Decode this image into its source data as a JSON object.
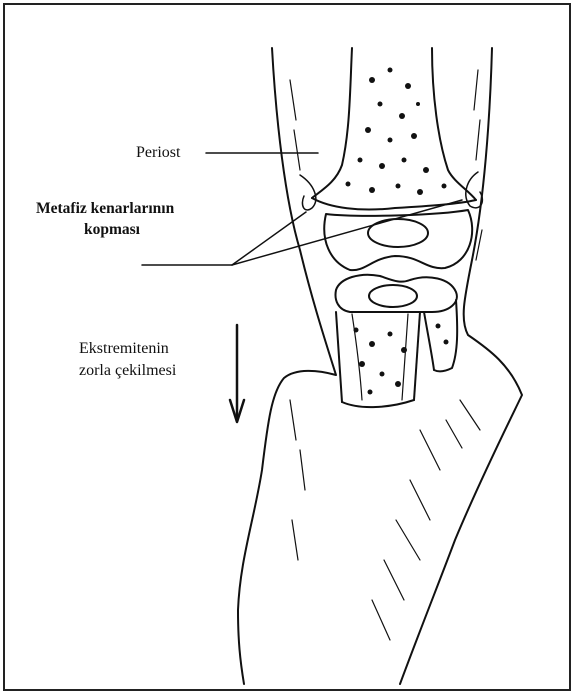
{
  "labels": {
    "periost": "Periost",
    "metafiz_line1": "Metafiz kenarlarının",
    "metafiz_line2": "kopması",
    "ekstremite_line1": "Ekstremitenin",
    "ekstremite_line2": "zorla çekilmesi"
  },
  "colors": {
    "ink": "#111111",
    "paper": "#ffffff"
  }
}
